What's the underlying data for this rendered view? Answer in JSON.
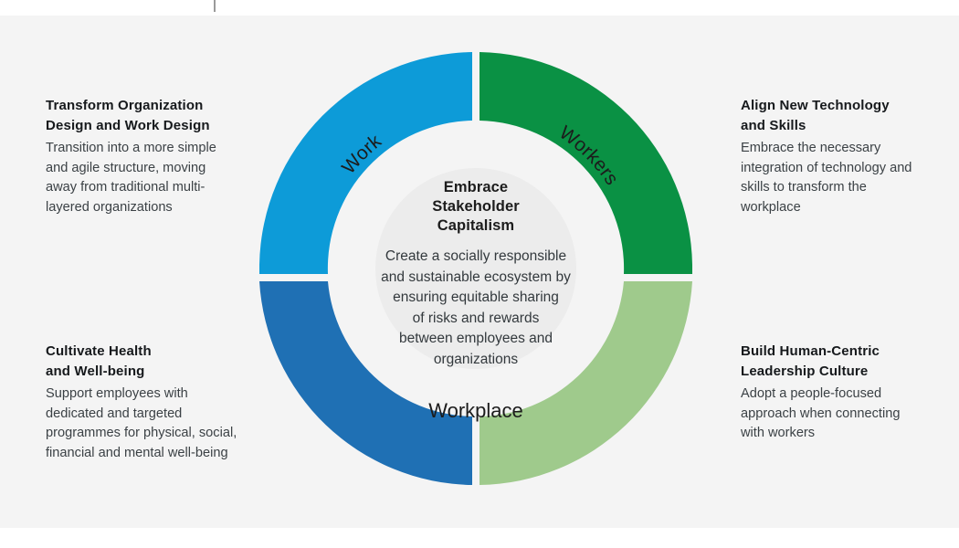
{
  "colors": {
    "background": "#ffffff",
    "panel": "#f4f4f4",
    "work": "#0d9bd8",
    "workers": "#0a9144",
    "leadership": "#9fca8c",
    "wellbeing": "#1f70b4",
    "hub": "#ececec",
    "text_dark": "#1c1c1c",
    "text_body": "#3b4145",
    "tick": "#9a9a9a"
  },
  "center": {
    "title": "Embrace\nStakeholder\nCapitalism",
    "title_lines": [
      "Embrace",
      "Stakeholder",
      "Capitalism"
    ],
    "body": "Create a socially responsible and sustainable ecosystem by ensuring equitable sharing of risks and rewards between employees and organizations",
    "body_lines": [
      "Create a socially responsible",
      "and sustainable ecosystem by",
      "ensuring equitable sharing",
      "of risks and rewards",
      "between employees and",
      "organizations"
    ]
  },
  "wheel": {
    "segments": [
      {
        "id": "work",
        "label": "Work",
        "color": "#0d9bd8",
        "quadrant": "top-left"
      },
      {
        "id": "workers",
        "label": "Workers",
        "color": "#0a9144",
        "quadrant": "top-right"
      },
      {
        "id": "leadership",
        "label": "",
        "color": "#9fca8c",
        "quadrant": "bottom-right"
      },
      {
        "id": "wellbeing",
        "label": "Workplace",
        "color": "#1f70b4",
        "quadrant": "bottom-left"
      }
    ],
    "labels": {
      "work": "Work",
      "workers": "Workers",
      "workplace": "Workplace"
    }
  },
  "callouts": [
    {
      "id": "transform-organization-design",
      "position": "top-left",
      "title": "Transform Organization\nDesign and Work Design",
      "body": "Transition into a more simple\nand agile structure, moving\naway from traditional multi-\nlayered organizations"
    },
    {
      "id": "align-new-technology",
      "position": "top-right",
      "title": "Align New Technology\nand Skills",
      "body": "Embrace the necessary\nintegration of technology and\nskills to transform the\nworkplace"
    },
    {
      "id": "cultivate-health-wellbeing",
      "position": "bottom-left",
      "title": "Cultivate Health\nand Well-being",
      "body": "Support employees with\ndedicated and targeted\nprogrammes for physical, social,\nfinancial and mental well-being"
    },
    {
      "id": "build-human-centric-leadership",
      "position": "bottom-right",
      "title": "Build Human-Centric\nLeadership Culture",
      "body": "Adopt a people-focused\napproach when connecting\nwith workers"
    }
  ]
}
